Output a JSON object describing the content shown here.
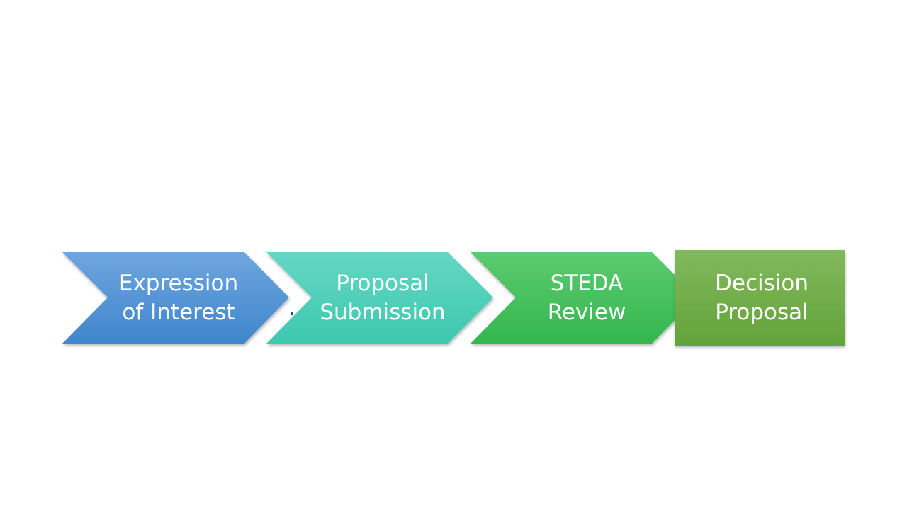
{
  "process": {
    "steps": [
      {
        "line1": "Expression",
        "line2": "of Interest",
        "color_top": "#6fa6df",
        "color_bottom": "#3f86cc"
      },
      {
        "line1": "Proposal",
        "line2": "Submission",
        "color_top": "#66d6c4",
        "color_bottom": "#3cc9ae"
      },
      {
        "line1": "STEDA",
        "line2": "Review",
        "color_top": "#5ccb70",
        "color_bottom": "#34b64e"
      },
      {
        "line1": "Decision",
        "line2": "Proposal",
        "color_top": "#82b95c",
        "color_bottom": "#63a33a"
      }
    ]
  }
}
